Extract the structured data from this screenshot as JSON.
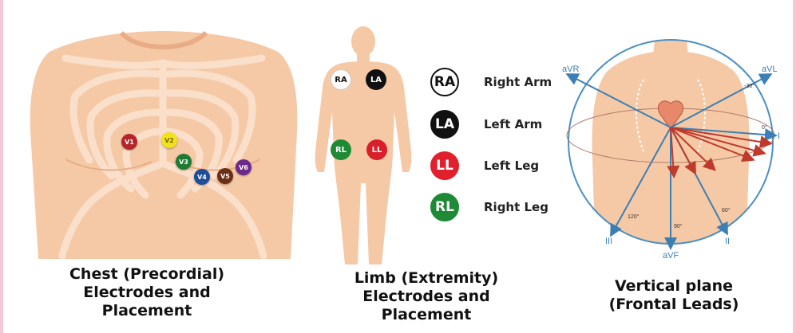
{
  "colors": {
    "skin": "#f5c9a6",
    "skin_dark": "#e8ad86",
    "rib": "#fbe1cc",
    "circle": "#4b8fc4",
    "lead_arrow": "#c0392b",
    "axis_arrow": "#3c7fb4"
  },
  "chest": {
    "title_lines": [
      "Chest (Precordial)",
      "Electrodes and",
      "Placement"
    ],
    "electrodes": [
      {
        "label": "V1",
        "color": "#b3262b"
      },
      {
        "label": "V2",
        "color": "#f2e21c"
      },
      {
        "label": "V3",
        "color": "#1f7a35"
      },
      {
        "label": "V4",
        "color": "#1f4d99"
      },
      {
        "label": "V5",
        "color": "#6b2e17"
      },
      {
        "label": "V6",
        "color": "#6d2a8a"
      }
    ]
  },
  "limb": {
    "title_lines": [
      "Limb (Extremity)",
      "Electrodes and",
      "Placement"
    ],
    "electrodes": [
      {
        "label": "RA",
        "bg": "#ffffff",
        "fg": "#111111"
      },
      {
        "label": "LA",
        "bg": "#111111",
        "fg": "#ffffff"
      },
      {
        "label": "RL",
        "bg": "#1f8a35",
        "fg": "#ffffff"
      },
      {
        "label": "LL",
        "bg": "#d81f2a",
        "fg": "#ffffff"
      }
    ]
  },
  "legend": [
    {
      "badge": "RA",
      "label": "Right Arm",
      "bg": "#ffffff",
      "fg": "#111111",
      "border": "#111111"
    },
    {
      "badge": "LA",
      "label": "Left Arm",
      "bg": "#111111",
      "fg": "#ffffff",
      "border": "#111111"
    },
    {
      "badge": "LL",
      "label": "Left Leg",
      "bg": "#e0202c",
      "fg": "#ffffff",
      "border": "#e0202c"
    },
    {
      "badge": "RL",
      "label": "Right Leg",
      "bg": "#1f8a35",
      "fg": "#ffffff",
      "border": "#1f8a35"
    }
  ],
  "frontal": {
    "title_lines": [
      "Vertical plane",
      "(Frontal Leads)"
    ],
    "leads": [
      "aVR",
      "aVL",
      "I",
      "II",
      "aVF",
      "III"
    ],
    "angles": [
      "-30°",
      "0°",
      "60°",
      "90°",
      "120°"
    ]
  }
}
